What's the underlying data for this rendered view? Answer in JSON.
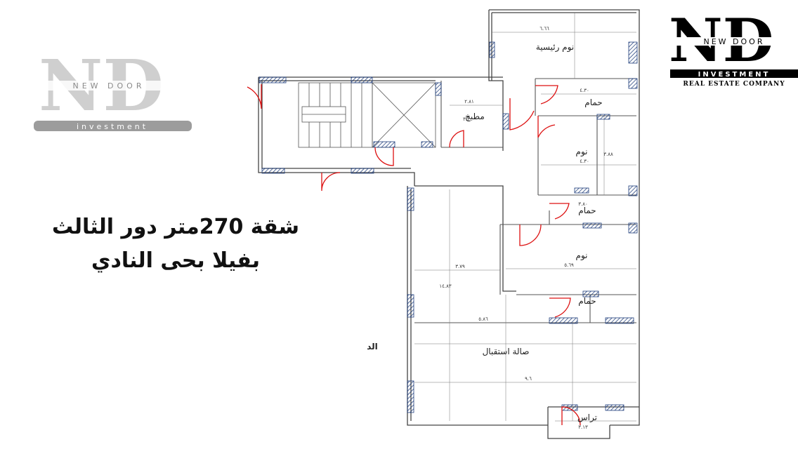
{
  "logo_left": {
    "letters": "ND",
    "tagline": "NEW DOOR",
    "subline": "investment"
  },
  "logo_right": {
    "letters": "ND",
    "tagline": "NEW DOOR",
    "subline": "INVESTMENT",
    "company": "REAL ESTATE COMPANY"
  },
  "headline": {
    "line1": "شقة 270متر دور الثالث",
    "line2": "بفيلا بحى النادي"
  },
  "plan": {
    "rooms": {
      "master_bedroom": "نوم رئيسية",
      "bath_1": "حمام",
      "bedroom_1": "نوم",
      "bath_2": "حمام",
      "bedroom_2": "نوم",
      "bath_3": "حمام",
      "kitchen": "مطبخ",
      "reception": "صالة استقبال",
      "terrace": "تراس",
      "street_mark": "الد"
    },
    "dimensions": {
      "master_width": "٦.٦٦",
      "bath1_width": "٤.٣٠",
      "bedroom1_width": "٤.٣٠",
      "bedroom1_depth": "٣.٨٨",
      "bath2_width": "٣.٨٠",
      "bedroom2_width": "٥.٦٩",
      "kitchen_width": "٢.٨١",
      "kitchen_depth": "٣.٣",
      "corridor_width": "٣.٧٩",
      "corridor_length": "١٤.٨٣",
      "reception_width": "٥.٨٦",
      "reception_full": "٩.٦",
      "terrace_width": "٣.١٣"
    }
  }
}
